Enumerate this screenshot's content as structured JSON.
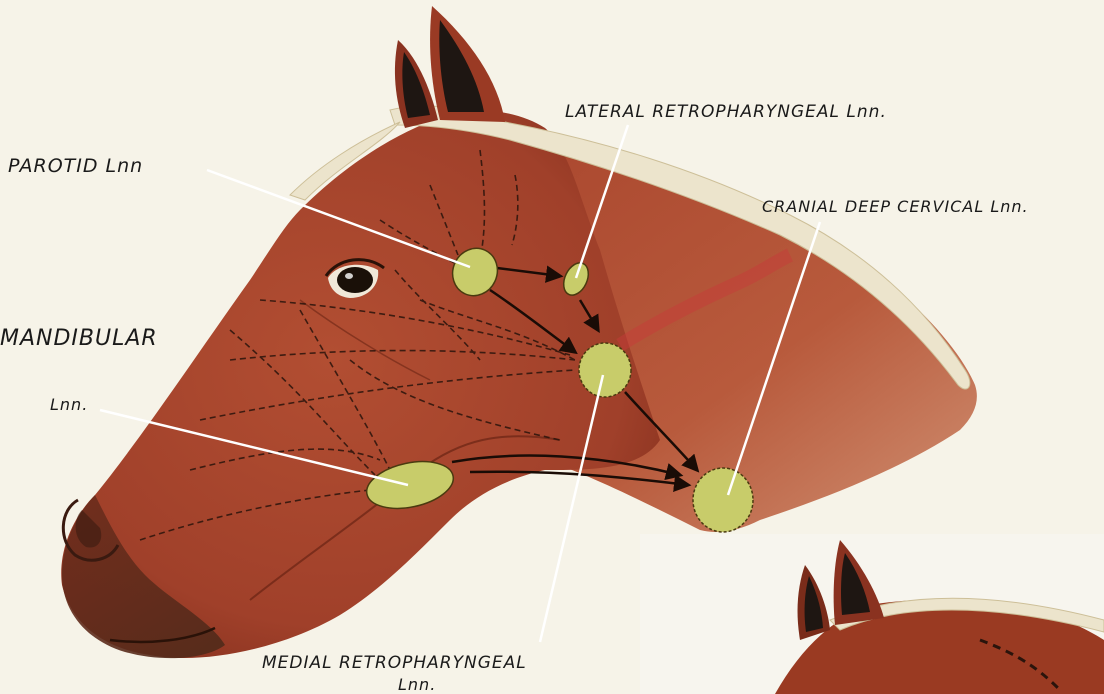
{
  "labels": {
    "parotid": "PAROTID Lnn",
    "lateral_retropharyngeal": "LATERAL RETROPHARYNGEAL Lnn.",
    "cranial_deep_cervical": "CRANIAL DEEP CERVICAL Lnn.",
    "mandibular_line1": "MANDIBULAR",
    "mandibular_line2": "Lnn.",
    "medial_retropharyngeal_line1": "MEDIAL RETROPHARYNGEAL",
    "medial_retropharyngeal_line2": "Lnn."
  },
  "colors": {
    "paper": "#f6f3e8",
    "skin": "#a8442c",
    "skin_dark": "#7e2c1a",
    "skin_light": "#c06a4a",
    "mane": "#ece4cc",
    "ear_inner": "#1e1612",
    "lymph_node": "#c8cc6a",
    "leader_line": "#ffffff",
    "lymph_vessel": "#2a140c"
  }
}
